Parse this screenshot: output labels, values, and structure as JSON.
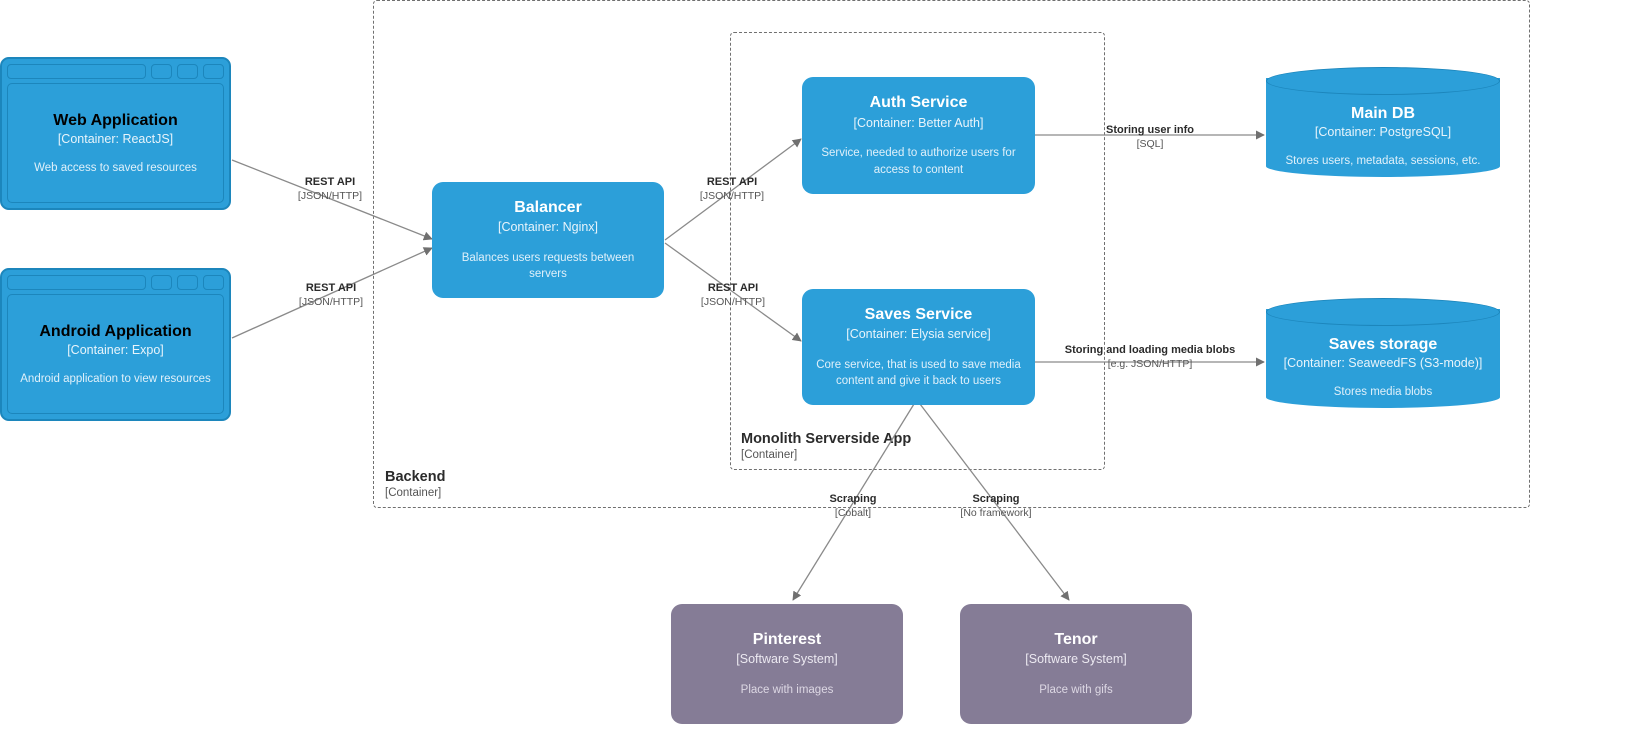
{
  "diagram": {
    "type": "c4-container-diagram",
    "colors": {
      "container_blue": "#2C9FD9",
      "container_blue_border": "#1C86BC",
      "software_system_purple": "#857C96",
      "boundary_dash": "#707070",
      "edge_line": "#707070",
      "edge_label_text": "#2b2b2b"
    }
  },
  "nodes": {
    "web_application": {
      "name": "Web Application",
      "technology": "[Container: ReactJS]",
      "description": "Web access to saved resources",
      "shape": "browser-window"
    },
    "android_application": {
      "name": "Android Application",
      "technology": "[Container: Expo]",
      "description": "Android application to view resources",
      "shape": "browser-window"
    },
    "balancer": {
      "name": "Balancer",
      "technology": "[Container: Nginx]",
      "description": "Balances users requests between servers",
      "shape": "rounded-box"
    },
    "auth_service": {
      "name": "Auth Service",
      "technology": "[Container: Better Auth]",
      "description": "Service, needed to authorize users for access to content",
      "shape": "rounded-box"
    },
    "saves_service": {
      "name": "Saves Service",
      "technology": "[Container: Elysia service]",
      "description": "Core service, that is used to save media content and give it back to users",
      "shape": "rounded-box"
    },
    "main_db": {
      "name": "Main DB",
      "technology": "[Container: PostgreSQL]",
      "description": "Stores users, metadata, sessions, etc.",
      "shape": "cylinder"
    },
    "saves_storage": {
      "name": "Saves storage",
      "technology": "[Container: SeaweedFS (S3-mode)]",
      "description": "Stores media blobs",
      "shape": "cylinder"
    },
    "pinterest": {
      "name": "Pinterest",
      "technology": "[Software System]",
      "description": "Place with images",
      "shape": "rounded-box"
    },
    "tenor": {
      "name": "Tenor",
      "technology": "[Software System]",
      "description": "Place with gifs",
      "shape": "rounded-box"
    }
  },
  "boundaries": {
    "backend": {
      "name": "Backend",
      "technology": "[Container]"
    },
    "monolith": {
      "name": "Monolith Serverside App",
      "technology": "[Container]"
    }
  },
  "edges": [
    {
      "id": "web-to-balancer",
      "from": "web_application",
      "to": "balancer",
      "label": "REST API",
      "technology": "[JSON/HTTP]"
    },
    {
      "id": "android-to-balancer",
      "from": "android_application",
      "to": "balancer",
      "label": "REST API",
      "technology": "[JSON/HTTP]"
    },
    {
      "id": "balancer-to-auth",
      "from": "balancer",
      "to": "auth_service",
      "label": "REST API",
      "technology": "[JSON/HTTP]"
    },
    {
      "id": "balancer-to-saves",
      "from": "balancer",
      "to": "saves_service",
      "label": "REST API",
      "technology": "[JSON/HTTP]"
    },
    {
      "id": "auth-to-maindb",
      "from": "auth_service",
      "to": "main_db",
      "label": "Storing user info",
      "technology": "[SQL]"
    },
    {
      "id": "saves-to-storage",
      "from": "saves_service",
      "to": "saves_storage",
      "label": "Storing and loading media blobs",
      "technology": "[e.g. JSON/HTTP]"
    },
    {
      "id": "saves-to-pinterest",
      "from": "saves_service",
      "to": "pinterest",
      "label": "Scraping",
      "technology": "[Cobalt]"
    },
    {
      "id": "saves-to-tenor",
      "from": "saves_service",
      "to": "tenor",
      "label": "Scraping",
      "technology": "[No framework]"
    }
  ]
}
